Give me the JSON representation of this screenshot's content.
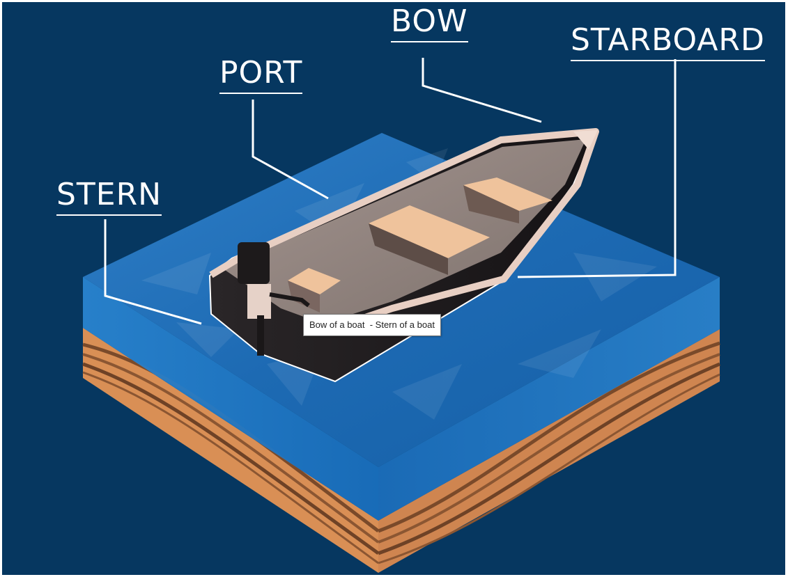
{
  "labels": {
    "bow": "BOW",
    "starboard": "STARBOARD",
    "port": "PORT",
    "stern": "STERN"
  },
  "tooltip": {
    "text": "Bow of a boat  - Stern of a boat"
  },
  "colors": {
    "background": "#063760",
    "water": "#1f6db5",
    "sand": "#d98f55",
    "hull": "#231f20",
    "gunwale": "#e8cfc3",
    "seat": "#efc39c",
    "label": "#ffffff"
  },
  "icons": {
    "scene": "boat-diorama-illustration"
  }
}
